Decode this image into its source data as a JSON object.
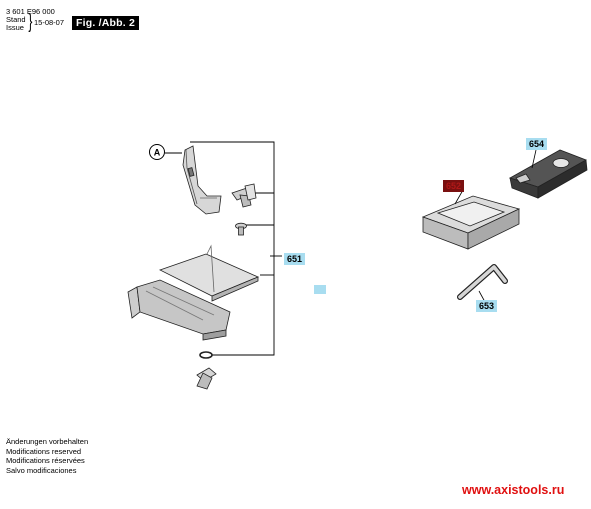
{
  "header": {
    "doc_number": "3 601 E96 000",
    "stand_label": "Stand",
    "issue_label": "Issue",
    "brace": "}",
    "date": "15-08-07",
    "figure_label": "Fig. /Abb. 2"
  },
  "diagram": {
    "callout_a": "A",
    "parts": [
      {
        "number": "651"
      },
      {
        "number": "652"
      },
      {
        "number": "653"
      },
      {
        "number": "654"
      }
    ],
    "tag_colors": {
      "highlight_blue": "#a8ddf0",
      "highlight_red": "#7a1010"
    }
  },
  "footer": {
    "lines": [
      "Änderungen vorbehalten",
      "Modifications reserved",
      "Modifications réservées",
      "Salvo modificaciones"
    ]
  },
  "watermark": "www.axistools.ru"
}
